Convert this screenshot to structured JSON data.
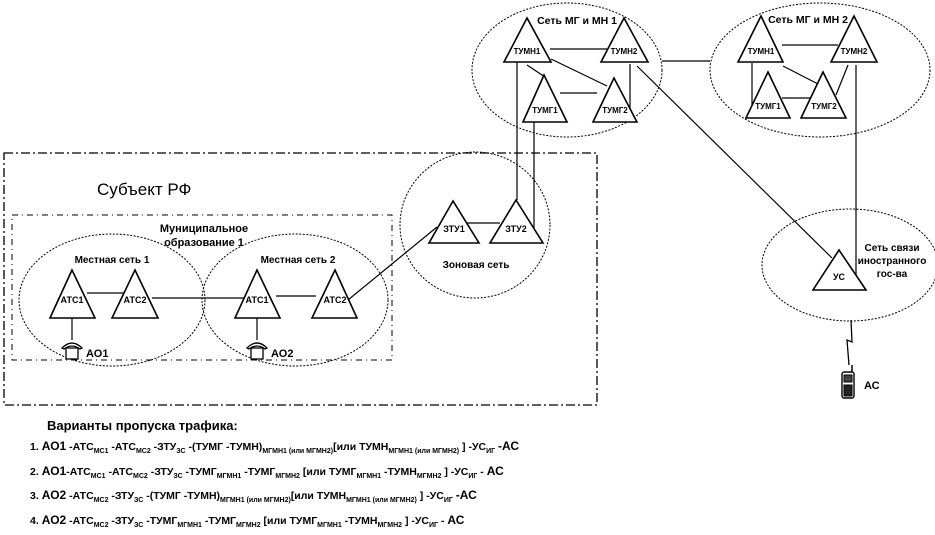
{
  "diagram": {
    "subject_label": "Субъект РФ",
    "municipal_label_line1": "Муниципальное",
    "municipal_label_line2": "образование 1",
    "networks": {
      "local1": "Местная сеть 1",
      "local2": "Местная сеть 2",
      "zone": "Зоновая сеть",
      "mgmn1": "Сеть МГ и МН 1",
      "mgmn2": "Сеть МГ и МН 2",
      "foreign_line1": "Сеть связи",
      "foreign_line2": "иностранного",
      "foreign_line3": "гос-ва"
    },
    "nodes": {
      "local1_atc1": "АТС1",
      "local1_atc2": "АТС2",
      "local2_atc1": "АТС1",
      "local2_atc2": "АТС2",
      "zone_ztu1": "ЗТУ1",
      "zone_ztu2": "ЗТУ2",
      "mg1_tumn1": "ТУМН1",
      "mg1_tumn2": "ТУМН2",
      "mg1_tumg1": "ТУМГ1",
      "mg1_tumg2": "ТУМГ2",
      "mg2_tumn1": "ТУМН1",
      "mg2_tumn2": "ТУМН2",
      "mg2_tumg1": "ТУМГ1",
      "mg2_tumg2": "ТУМГ2",
      "us": "УС"
    },
    "subscribers": {
      "ao1": "АО1",
      "ao2": "АО2",
      "ac": "АС"
    }
  },
  "routes": {
    "title": "Варианты пропуска трафика:",
    "items": [
      [
        {
          "t": "1. "
        },
        {
          "t": "АО1",
          "b": true
        },
        {
          "t": " -АТС"
        },
        {
          "s": "МС1"
        },
        {
          "t": " -АТС"
        },
        {
          "s": "МС2"
        },
        {
          "t": " -ЗТУ"
        },
        {
          "s": "ЗС"
        },
        {
          "t": " -(ТУМГ -ТУМН)"
        },
        {
          "s": "МГМН1 (или МГМН2)"
        },
        {
          "t": "[или ТУМН"
        },
        {
          "s": "МГМН1 (или МГМН2)"
        },
        {
          "t": " ] -УС"
        },
        {
          "s": "ИГ"
        },
        {
          "t": " "
        },
        {
          "t": "-АС",
          "b": true
        }
      ],
      [
        {
          "t": "2. "
        },
        {
          "t": "АО1",
          "b": true
        },
        {
          "t": "-АТС"
        },
        {
          "s": "МС1"
        },
        {
          "t": " -АТС"
        },
        {
          "s": "МС2"
        },
        {
          "t": " -ЗТУ"
        },
        {
          "s": "ЗС"
        },
        {
          "t": " -ТУМГ"
        },
        {
          "s": "МГМН1"
        },
        {
          "t": " -ТУМГ"
        },
        {
          "s": "МГМН2"
        },
        {
          "t": " [или ТУМГ"
        },
        {
          "s": "МГМН1"
        },
        {
          "t": " -ТУМН"
        },
        {
          "s": "МГМН2"
        },
        {
          "t": " ] -УС"
        },
        {
          "s": "ИГ"
        },
        {
          "t": " - "
        },
        {
          "t": "АС",
          "b": true
        }
      ],
      [
        {
          "t": "3. "
        },
        {
          "t": "АО2",
          "b": true
        },
        {
          "t": " -АТС"
        },
        {
          "s": "МС2"
        },
        {
          "t": " -ЗТУ"
        },
        {
          "s": "ЗС"
        },
        {
          "t": " -(ТУМГ -ТУМН)"
        },
        {
          "s": "МГМН1 (или МГМН2)"
        },
        {
          "t": "[или ТУМН"
        },
        {
          "s": "МГМН1 (или МГМН2)"
        },
        {
          "t": " ] -УС"
        },
        {
          "s": "ИГ"
        },
        {
          "t": " "
        },
        {
          "t": "-АС",
          "b": true
        }
      ],
      [
        {
          "t": "4. "
        },
        {
          "t": "АО2",
          "b": true
        },
        {
          "t": " -АТС"
        },
        {
          "s": "МС2"
        },
        {
          "t": " -ЗТУ"
        },
        {
          "s": "ЗС"
        },
        {
          "t": " -ТУМГ"
        },
        {
          "s": "МГМН1"
        },
        {
          "t": " -ТУМГ"
        },
        {
          "s": "МГМН2"
        },
        {
          "t": " [или ТУМГ"
        },
        {
          "s": "МГМН1"
        },
        {
          "t": " -ТУМН"
        },
        {
          "s": "МГМН2"
        },
        {
          "t": " ] -УС"
        },
        {
          "s": "ИГ"
        },
        {
          "t": " - "
        },
        {
          "t": "АС",
          "b": true
        }
      ]
    ]
  }
}
